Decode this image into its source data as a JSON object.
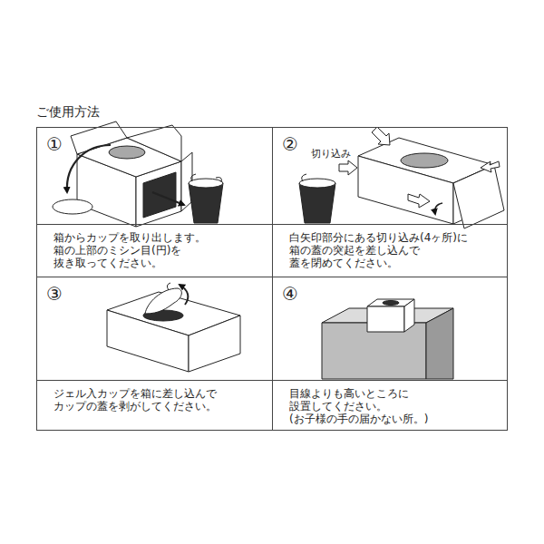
{
  "diagram": {
    "title": "ご使用方法",
    "nodes": [
      {
        "text": [
          "①",
          "箱からカップを取り出します。 箱の上部のミシン目(円)を 抜き取ってください。"
        ]
      },
      {
        "text": [
          "②",
          "白矢印部分にある切り込み(4ヶ所)に 箱の蓋の突起を差し込んで 蓋を閉めてください。"
        ]
      },
      {
        "text": [
          "③",
          "ジェル入カップを箱に差し込んで カップの蓋を剥がしてください。"
        ]
      },
      {
        "text": [
          "④",
          "目線よりも高いところに 設置してください。 (お子様の手の届かない所。)"
        ]
      }
    ],
    "labels": [
      "切り込み"
    ]
  }
}
